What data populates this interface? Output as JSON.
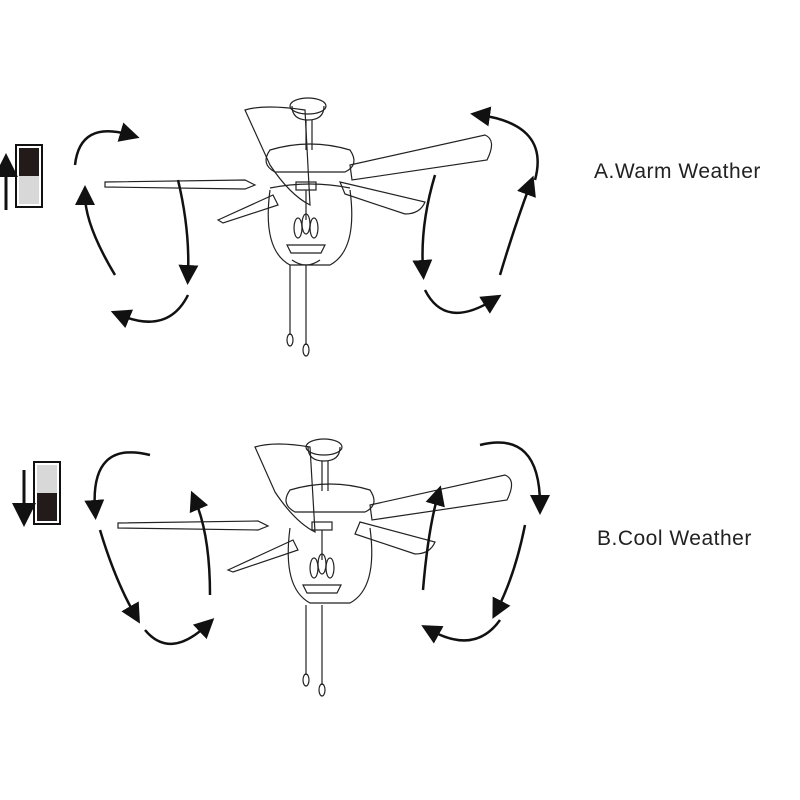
{
  "diagram": {
    "panels": [
      {
        "id": "warm",
        "label": "A.Warm Weather",
        "switch_position": "up",
        "airflow": "updraft"
      },
      {
        "id": "cool",
        "label": "B.Cool Weather",
        "switch_position": "down",
        "airflow": "downdraft"
      }
    ],
    "colors": {
      "line": "#111111",
      "switch_dark": "#231a1a",
      "switch_light": "#d8d8d8"
    }
  }
}
